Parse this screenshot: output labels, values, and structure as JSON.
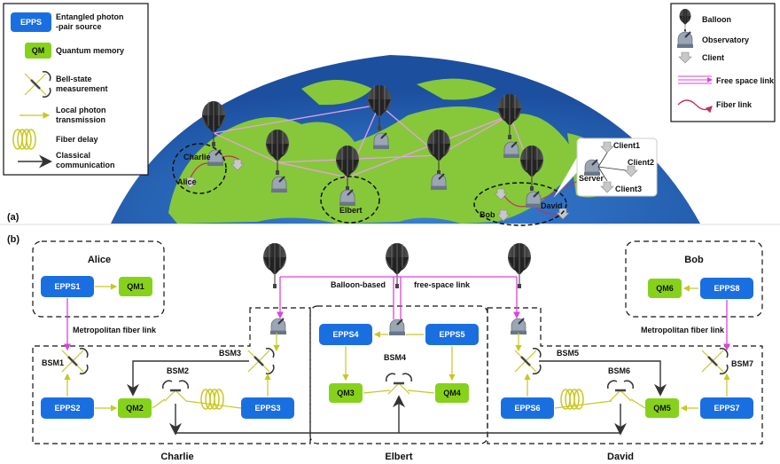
{
  "legend_left": {
    "epps_box": "EPPS",
    "epps_text_1": "Entangled photon",
    "epps_text_2": "-pair source",
    "qm_box": "QM",
    "qm_text": "Quantum memory",
    "bsm_text_1": "Bell-state",
    "bsm_text_2": "measurement",
    "local_text_1": "Local photon",
    "local_text_2": "transmission",
    "fiber_delay_text": "Fiber delay",
    "classical_text_1": "Classical",
    "classical_text_2": "communication"
  },
  "legend_right": {
    "balloon": "Balloon",
    "observatory": "Observatory",
    "client": "Client",
    "free_space": "Free space link",
    "fiber": "Fiber link"
  },
  "panel_a": {
    "label": "(a)",
    "charlie": "Charlie",
    "alice": "Alice",
    "elbert": "Elbert",
    "bob": "Bob",
    "david": "David",
    "server": "Server",
    "client1": "Client1",
    "client2": "Client2",
    "client3": "Client3"
  },
  "panel_b": {
    "label": "(b)",
    "alice": "Alice",
    "bob": "Bob",
    "charlie": "Charlie",
    "elbert": "Elbert",
    "david": "David",
    "balloon_link_1": "Balloon-based",
    "balloon_link_2": "free-space link",
    "metro_left": "Metropolitan fiber link",
    "metro_right": "Metropolitan fiber link",
    "epps1": "EPPS1",
    "epps2": "EPPS2",
    "epps3": "EPPS3",
    "epps4": "EPPS4",
    "epps5": "EPPS5",
    "epps6": "EPPS6",
    "epps7": "EPPS7",
    "epps8": "EPPS8",
    "qm1": "QM1",
    "qm2": "QM2",
    "qm3": "QM3",
    "qm4": "QM4",
    "qm5": "QM5",
    "qm6": "QM6",
    "bsm1": "BSM1",
    "bsm2": "BSM2",
    "bsm3": "BSM3",
    "bsm4": "BSM4",
    "bsm5": "BSM5",
    "bsm6": "BSM6",
    "bsm7": "BSM7"
  },
  "colors": {
    "epps": "#1a6fe0",
    "qm": "#86d21a",
    "ocean": "#2b6fc4",
    "land": "#86c83a",
    "free_space": "#e040e0",
    "fiber": "#c03060",
    "local": "#c8c820"
  }
}
